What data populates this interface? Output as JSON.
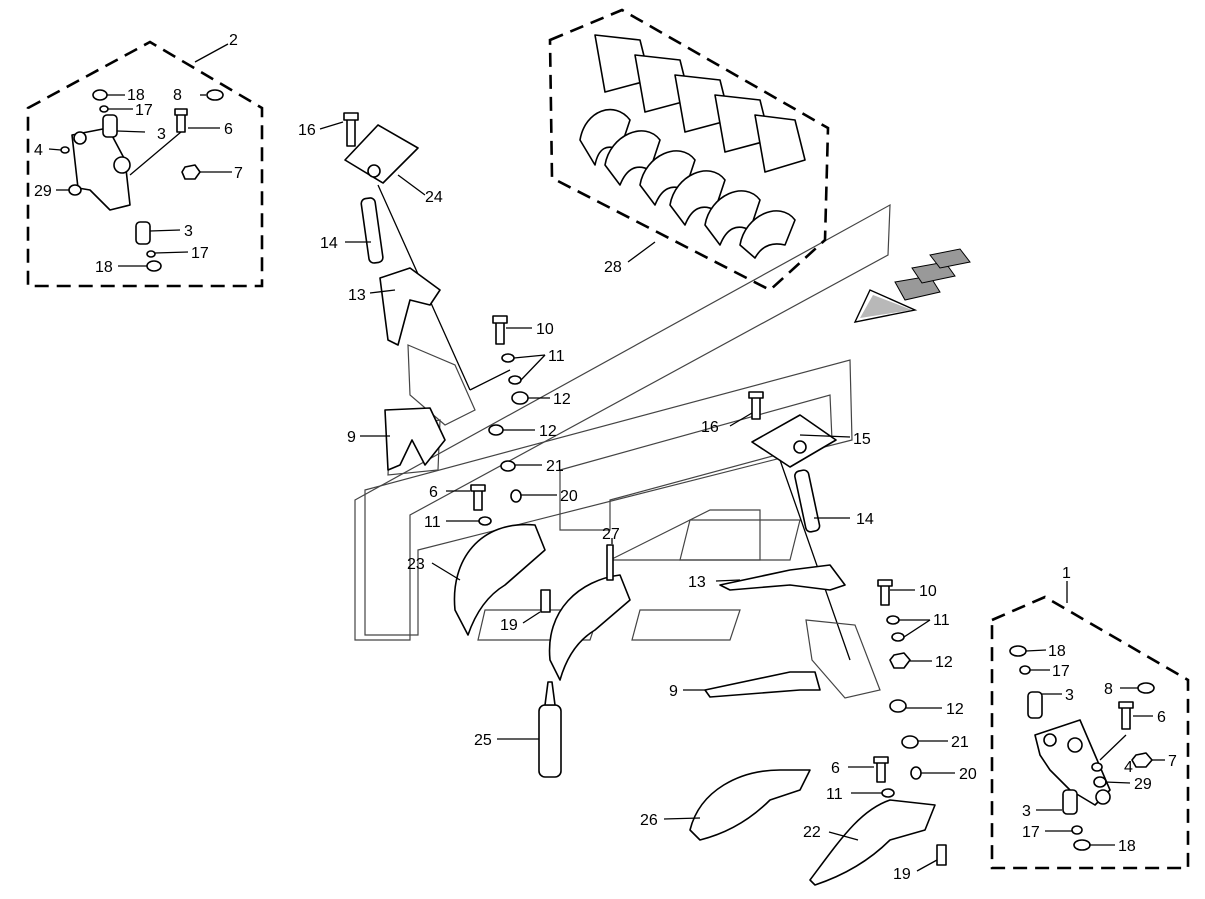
{
  "diagram": {
    "callouts": [
      {
        "id": "c-2-top",
        "text": "2"
      },
      {
        "id": "c-18-a",
        "text": "18"
      },
      {
        "id": "c-17-a",
        "text": "17"
      },
      {
        "id": "c-8-a",
        "text": "8"
      },
      {
        "id": "c-3-a",
        "text": "3"
      },
      {
        "id": "c-6-a",
        "text": "6"
      },
      {
        "id": "c-4-a",
        "text": "4"
      },
      {
        "id": "c-7-a",
        "text": "7"
      },
      {
        "id": "c-29-a",
        "text": "29"
      },
      {
        "id": "c-3-b",
        "text": "3"
      },
      {
        "id": "c-17-b",
        "text": "17"
      },
      {
        "id": "c-18-b",
        "text": "18"
      },
      {
        "id": "c-16-a",
        "text": "16"
      },
      {
        "id": "c-24",
        "text": "24"
      },
      {
        "id": "c-14-a",
        "text": "14"
      },
      {
        "id": "c-13-a",
        "text": "13"
      },
      {
        "id": "c-10-a",
        "text": "10"
      },
      {
        "id": "c-11-a",
        "text": "11"
      },
      {
        "id": "c-12-a",
        "text": "12"
      },
      {
        "id": "c-9-a",
        "text": "9"
      },
      {
        "id": "c-12-b",
        "text": "12"
      },
      {
        "id": "c-21-a",
        "text": "21"
      },
      {
        "id": "c-6-b",
        "text": "6"
      },
      {
        "id": "c-20-a",
        "text": "20"
      },
      {
        "id": "c-11-b",
        "text": "11"
      },
      {
        "id": "c-23",
        "text": "23"
      },
      {
        "id": "c-27",
        "text": "27"
      },
      {
        "id": "c-19-a",
        "text": "19"
      },
      {
        "id": "c-25",
        "text": "25"
      },
      {
        "id": "c-28",
        "text": "28"
      },
      {
        "id": "c-16-b",
        "text": "16"
      },
      {
        "id": "c-15",
        "text": "15"
      },
      {
        "id": "c-14-b",
        "text": "14"
      },
      {
        "id": "c-13-b",
        "text": "13"
      },
      {
        "id": "c-10-b",
        "text": "10"
      },
      {
        "id": "c-11-c",
        "text": "11"
      },
      {
        "id": "c-12-c",
        "text": "12"
      },
      {
        "id": "c-9-b",
        "text": "9"
      },
      {
        "id": "c-12-d",
        "text": "12"
      },
      {
        "id": "c-21-b",
        "text": "21"
      },
      {
        "id": "c-6-c",
        "text": "6"
      },
      {
        "id": "c-20-b",
        "text": "20"
      },
      {
        "id": "c-11-d",
        "text": "11"
      },
      {
        "id": "c-26",
        "text": "26"
      },
      {
        "id": "c-22",
        "text": "22"
      },
      {
        "id": "c-19-b",
        "text": "19"
      },
      {
        "id": "c-1",
        "text": "1"
      },
      {
        "id": "c-18-c",
        "text": "18"
      },
      {
        "id": "c-17-c",
        "text": "17"
      },
      {
        "id": "c-3-c",
        "text": "3"
      },
      {
        "id": "c-8-b",
        "text": "8"
      },
      {
        "id": "c-6-d",
        "text": "6"
      },
      {
        "id": "c-7-b",
        "text": "7"
      },
      {
        "id": "c-4-b",
        "text": "4"
      },
      {
        "id": "c-29-b",
        "text": "29"
      },
      {
        "id": "c-3-d",
        "text": "3"
      },
      {
        "id": "c-17-d",
        "text": "17"
      },
      {
        "id": "c-18-d",
        "text": "18"
      }
    ]
  }
}
